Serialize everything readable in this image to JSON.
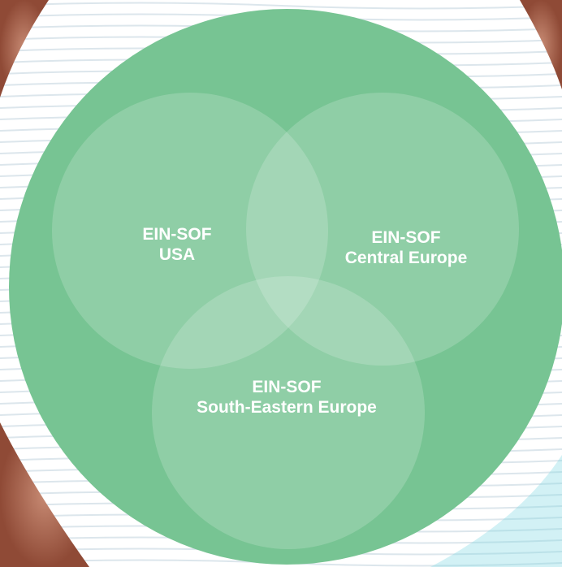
{
  "diagram": {
    "circles": [
      {
        "id": "usa",
        "line1": "EIN-SOF",
        "line2": "USA"
      },
      {
        "id": "central-europe",
        "line1": "EIN-SOF",
        "line2": "Central Europe"
      },
      {
        "id": "south-eastern-europe",
        "line1": "EIN-SOF",
        "line2": "South-Eastern Europe"
      }
    ]
  },
  "colors": {
    "outer_circle": "#77c493",
    "inner_circle_tint": "#ffffff",
    "label_text": "#ffffff",
    "background_waves": "#d8e3ea",
    "background_copper": "#a8624a"
  }
}
